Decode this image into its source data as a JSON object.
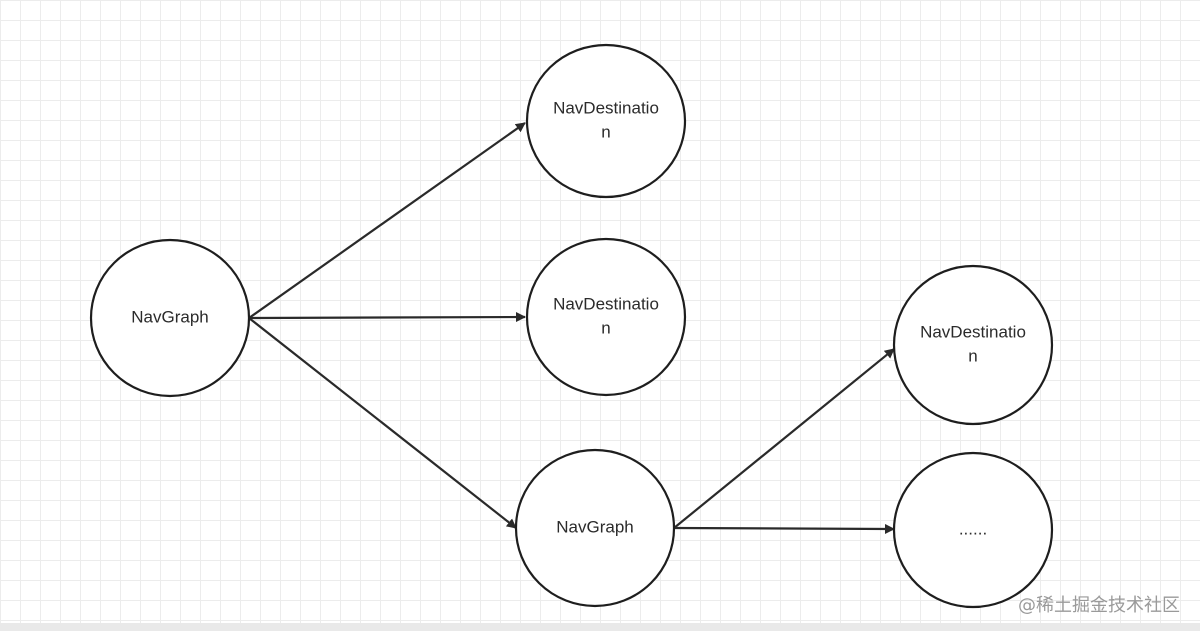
{
  "nodes": [
    {
      "id": "root",
      "lines": [
        "NavGraph"
      ]
    },
    {
      "id": "dest1",
      "lines": [
        "NavDestinatio",
        "n"
      ]
    },
    {
      "id": "dest2",
      "lines": [
        "NavDestinatio",
        "n"
      ]
    },
    {
      "id": "graph2",
      "lines": [
        "NavGraph"
      ]
    },
    {
      "id": "dest3",
      "lines": [
        "NavDestinatio",
        "n"
      ]
    },
    {
      "id": "more",
      "lines": [
        "......"
      ]
    }
  ],
  "edges": [
    {
      "from": "root",
      "to": "dest1"
    },
    {
      "from": "root",
      "to": "dest2"
    },
    {
      "from": "root",
      "to": "graph2"
    },
    {
      "from": "graph2",
      "to": "dest3"
    },
    {
      "from": "graph2",
      "to": "more"
    }
  ],
  "watermark": "@稀土掘金技术社区"
}
